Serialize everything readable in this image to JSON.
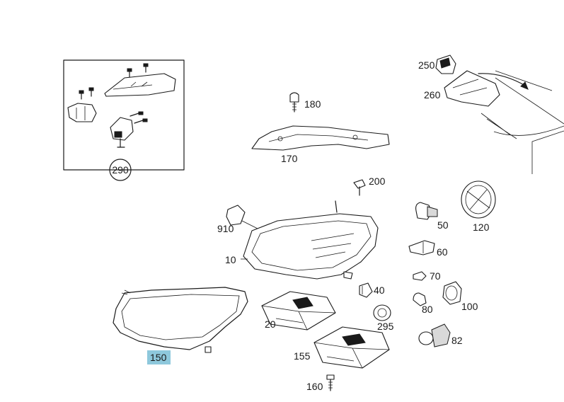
{
  "parts": {
    "p10": "10",
    "p20": "20",
    "p40": "40",
    "p50": "50",
    "p60": "60",
    "p70": "70",
    "p80": "80",
    "p82": "82",
    "p100": "100",
    "p120": "120",
    "p150": "150",
    "p155": "155",
    "p160": "160",
    "p170": "170",
    "p180": "180",
    "p200": "200",
    "p250": "250",
    "p260": "260",
    "p290": "290",
    "p295": "295",
    "p910": "910"
  },
  "highlight_color": "#8ec8dc",
  "line_color": "#1a1a1a"
}
